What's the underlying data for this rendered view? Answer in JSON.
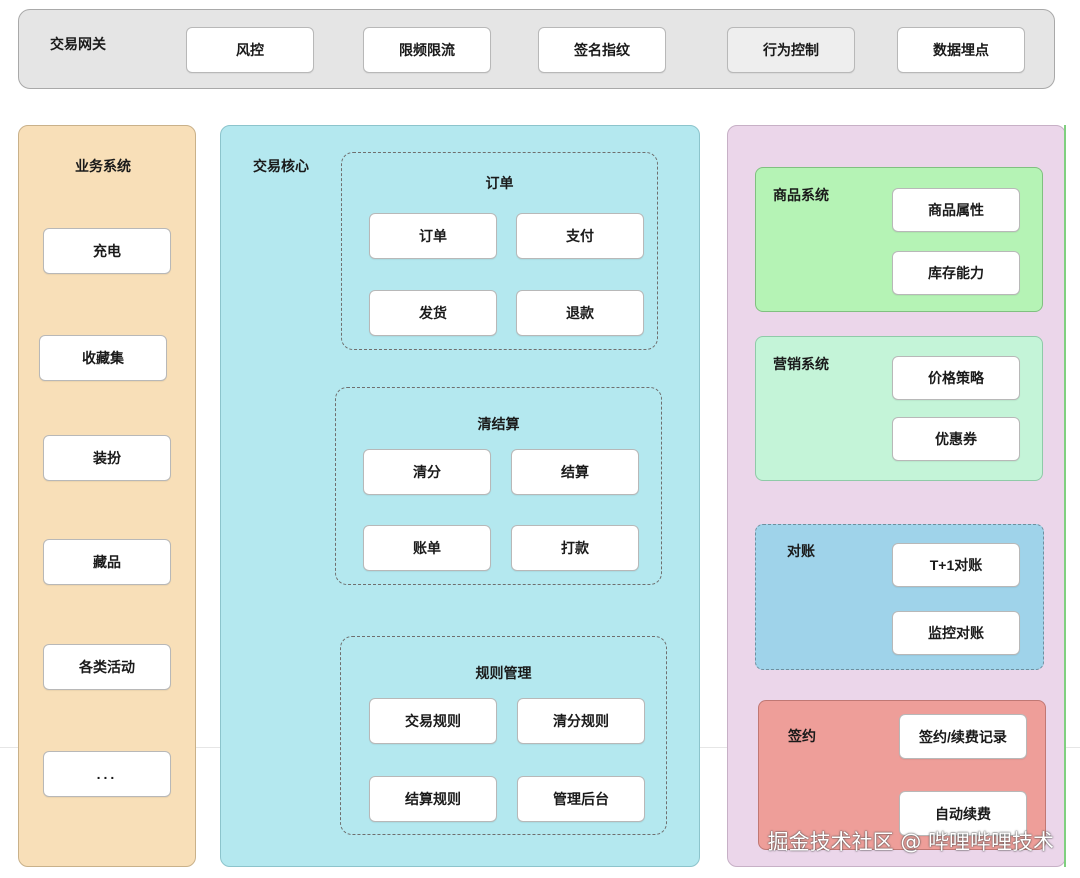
{
  "gateway": {
    "title": "交易网关",
    "items": [
      "风控",
      "限频限流",
      "签名指纹",
      "行为控制",
      "数据埋点"
    ]
  },
  "business": {
    "title": "业务系统",
    "items": [
      "充电",
      "收藏集",
      "装扮",
      "藏品",
      "各类活动",
      "..."
    ]
  },
  "core": {
    "title": "交易核心",
    "groups": [
      {
        "title": "订单",
        "items": [
          "订单",
          "支付",
          "发货",
          "退款"
        ]
      },
      {
        "title": "清结算",
        "items": [
          "清分",
          "结算",
          "账单",
          "打款"
        ]
      },
      {
        "title": "规则管理",
        "items": [
          "交易规则",
          "清分规则",
          "结算规则",
          "管理后台"
        ]
      }
    ]
  },
  "support": {
    "groups": [
      {
        "title": "商品系统",
        "items": [
          "商品属性",
          "库存能力"
        ]
      },
      {
        "title": "营销系统",
        "items": [
          "价格策略",
          "优惠券"
        ]
      },
      {
        "title": "对账",
        "items": [
          "T+1对账",
          "监控对账"
        ]
      },
      {
        "title": "签约",
        "items": [
          "签约/续费记录",
          "自动续费"
        ]
      }
    ]
  },
  "watermark": "掘金技术社区 @ 哔哩哔哩技术",
  "colors": {
    "gateway_bg": "#e5e5e5",
    "business_bg": "#f8dfb8",
    "core_bg": "#b4e8ef",
    "support_bg": "#ebd6ea",
    "product_bg": "#b5f3b5",
    "marketing_bg": "#c4f4d8",
    "reconcile_bg": "#9fd3ea",
    "contract_bg": "#ee9e99"
  }
}
